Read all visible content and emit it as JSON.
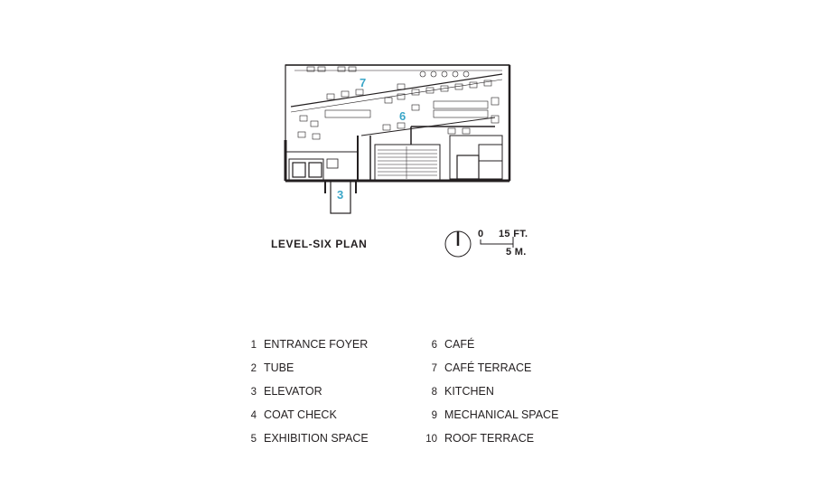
{
  "plan_title": "LEVEL-SIX PLAN",
  "scale_bar": {
    "zero": "0",
    "feet_label": "15 FT.",
    "meters_label": "5 M."
  },
  "room_tags": {
    "cafe_terrace": "7",
    "cafe": "6",
    "elevator": "3"
  },
  "legend": [
    {
      "number": "1",
      "label": "ENTRANCE FOYER"
    },
    {
      "number": "2",
      "label": "TUBE"
    },
    {
      "number": "3",
      "label": "ELEVATOR"
    },
    {
      "number": "4",
      "label": "COAT CHECK"
    },
    {
      "number": "5",
      "label": "EXHIBITION SPACE"
    },
    {
      "number": "6",
      "label": "CAFÉ"
    },
    {
      "number": "7",
      "label": "CAFÉ TERRACE"
    },
    {
      "number": "8",
      "label": "KITCHEN"
    },
    {
      "number": "9",
      "label": "MECHANICAL SPACE"
    },
    {
      "number": "10",
      "label": "ROOF TERRACE"
    }
  ],
  "colors": {
    "ink": "#231f20",
    "tag": "#3aa6c8",
    "paper": "#ffffff"
  }
}
